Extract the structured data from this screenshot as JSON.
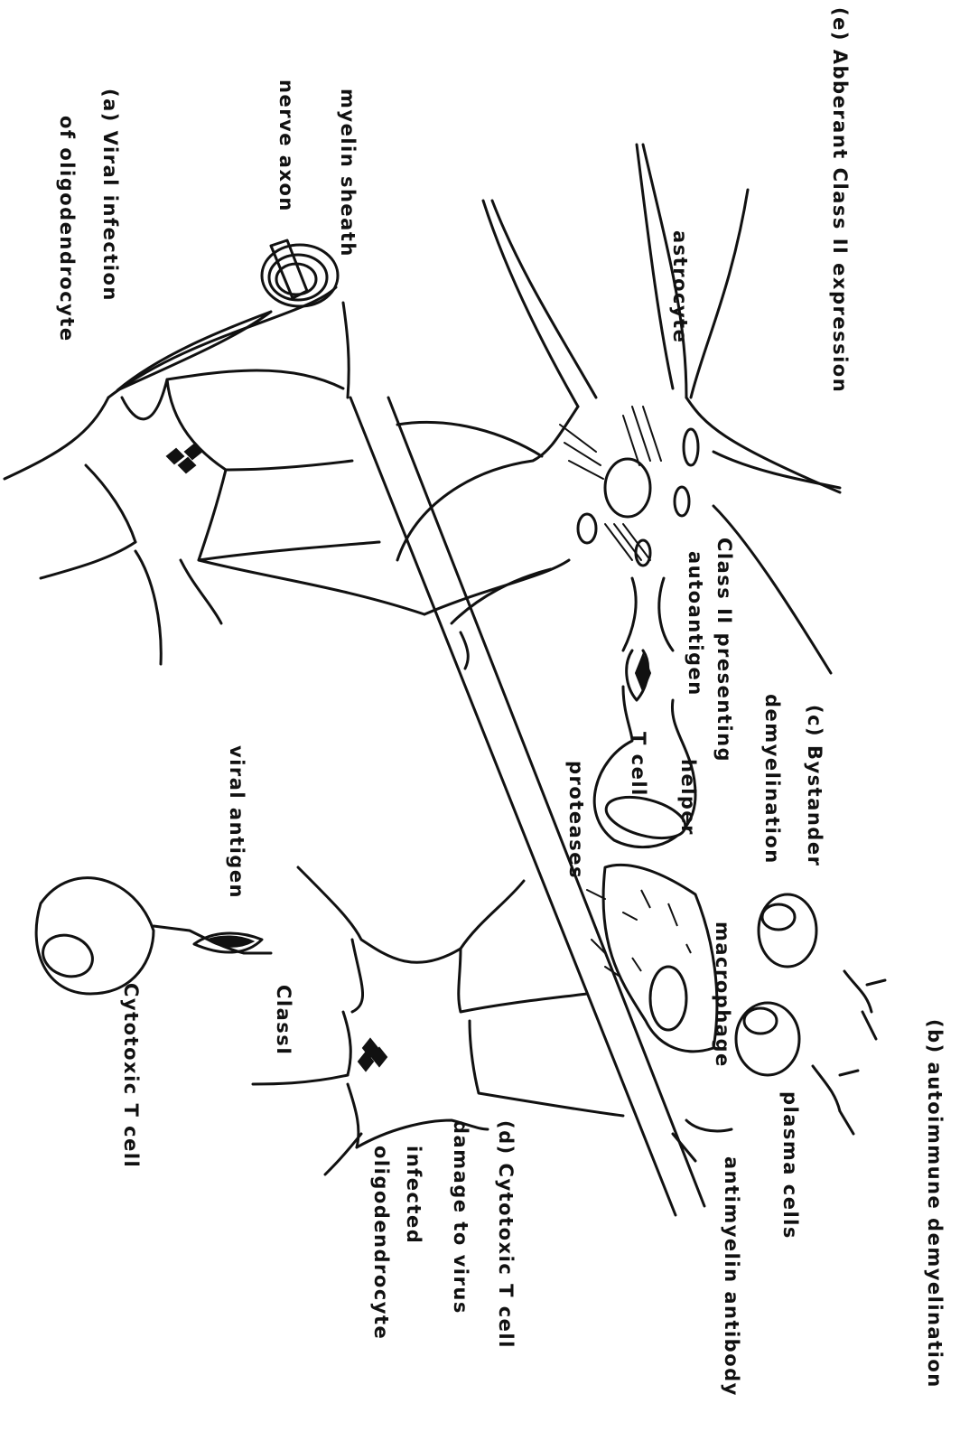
{
  "labels": {
    "e_title": "(e) Abberant Class II expression",
    "myelin_sheath": "myelin sheath",
    "nerve_axon": "nerve axon",
    "a_title": "(a) Viral infection",
    "a_sub": "of oligodendrocyte",
    "astrocyte": "astrocyte",
    "class2_presenting": "Class II presenting",
    "autoantigen": "autoantigen",
    "helper": "helper",
    "t_cell": "T cell",
    "proteases": "proteases",
    "c_title": "(c) Bystander",
    "c_sub": "demyelination",
    "viral_antigen": "viral antigen",
    "class1": "ClassI",
    "cytotoxic_t_cell": "Cytotoxic T cell",
    "macrophage": "macrophage",
    "plasma_cells": "plasma cells",
    "antimyelin_antibody": "antimyelin antibody",
    "b_title": "(b) autoimmune demyelination",
    "d_title": "(d) Cytotoxic T cell",
    "d_line2": "damage to virus",
    "d_line3": "infected",
    "d_line4": "oligodendrocyte"
  }
}
